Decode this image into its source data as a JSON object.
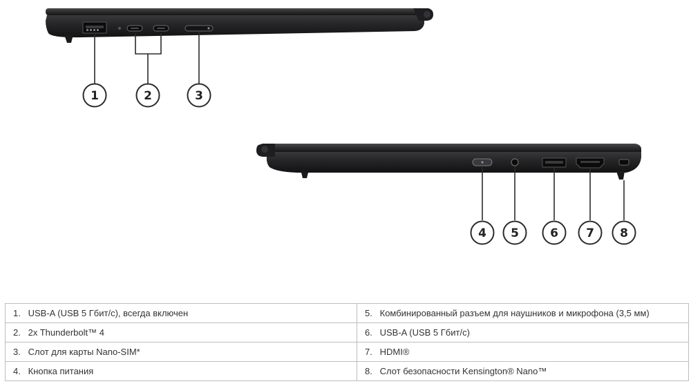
{
  "callouts": [
    "1",
    "2",
    "3",
    "4",
    "5",
    "6",
    "7",
    "8"
  ],
  "legend": {
    "rows": [
      {
        "left": {
          "n": "1.",
          "text": "USB-A (USB 5 Гбит/с), всегда включен"
        },
        "right": {
          "n": "5.",
          "text": "Комбинированный разъем для наушников и микрофона (3,5 мм)"
        }
      },
      {
        "left": {
          "n": "2.",
          "text": "2x Thunderbolt™ 4"
        },
        "right": {
          "n": "6.",
          "text": "USB-A (USB 5 Гбит/с)"
        }
      },
      {
        "left": {
          "n": "3.",
          "text": "Слот для карты Nano-SIM*"
        },
        "right": {
          "n": "7.",
          "text": "HDMI®"
        }
      },
      {
        "left": {
          "n": "4.",
          "text": "Кнопка питания"
        },
        "right": {
          "n": "8.",
          "text": "Слот безопасности Kensington® Nano™"
        }
      }
    ]
  },
  "colors": {
    "laptop_body": "#2b2b2d",
    "laptop_edge": "#141415",
    "callout_stroke": "#2a2a2a",
    "table_border": "#bdbdbd"
  }
}
